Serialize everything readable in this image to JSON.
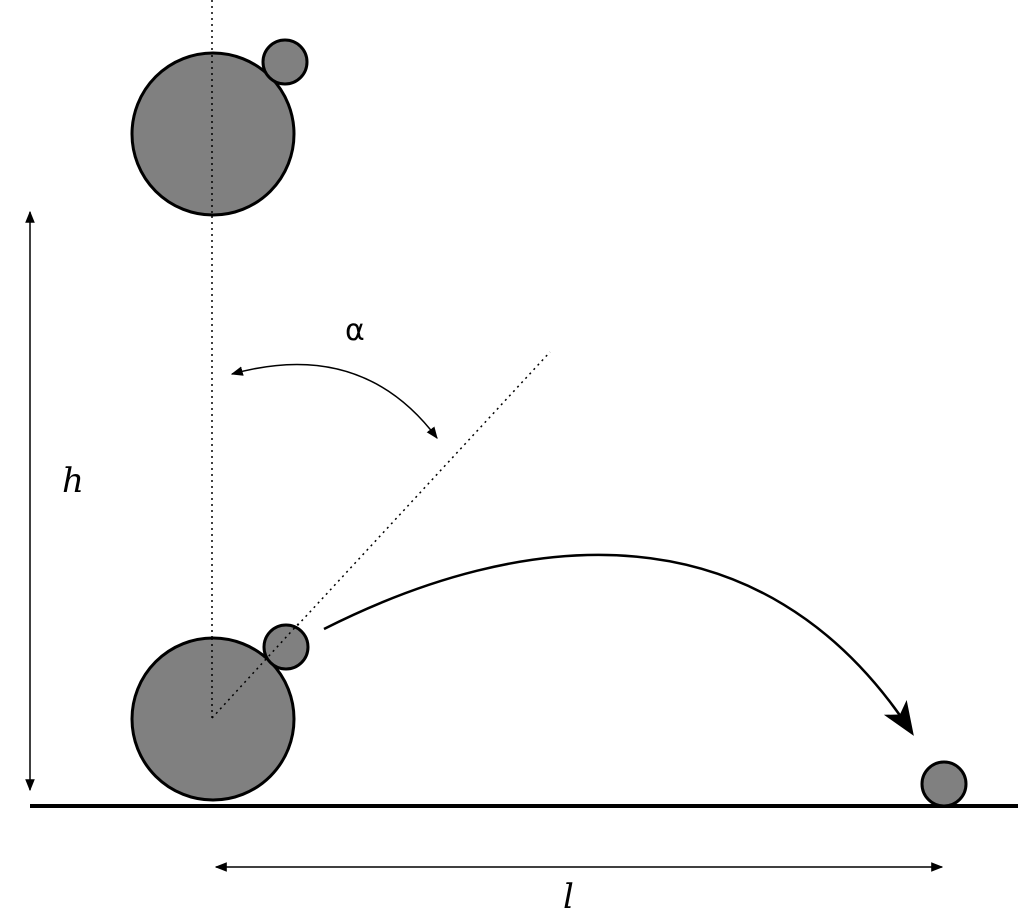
{
  "diagram": {
    "labels": {
      "angle": "α",
      "height": "h",
      "distance": "l"
    },
    "colors": {
      "ball_fill": "#808080",
      "stroke": "#000000",
      "background": "#ffffff"
    }
  }
}
